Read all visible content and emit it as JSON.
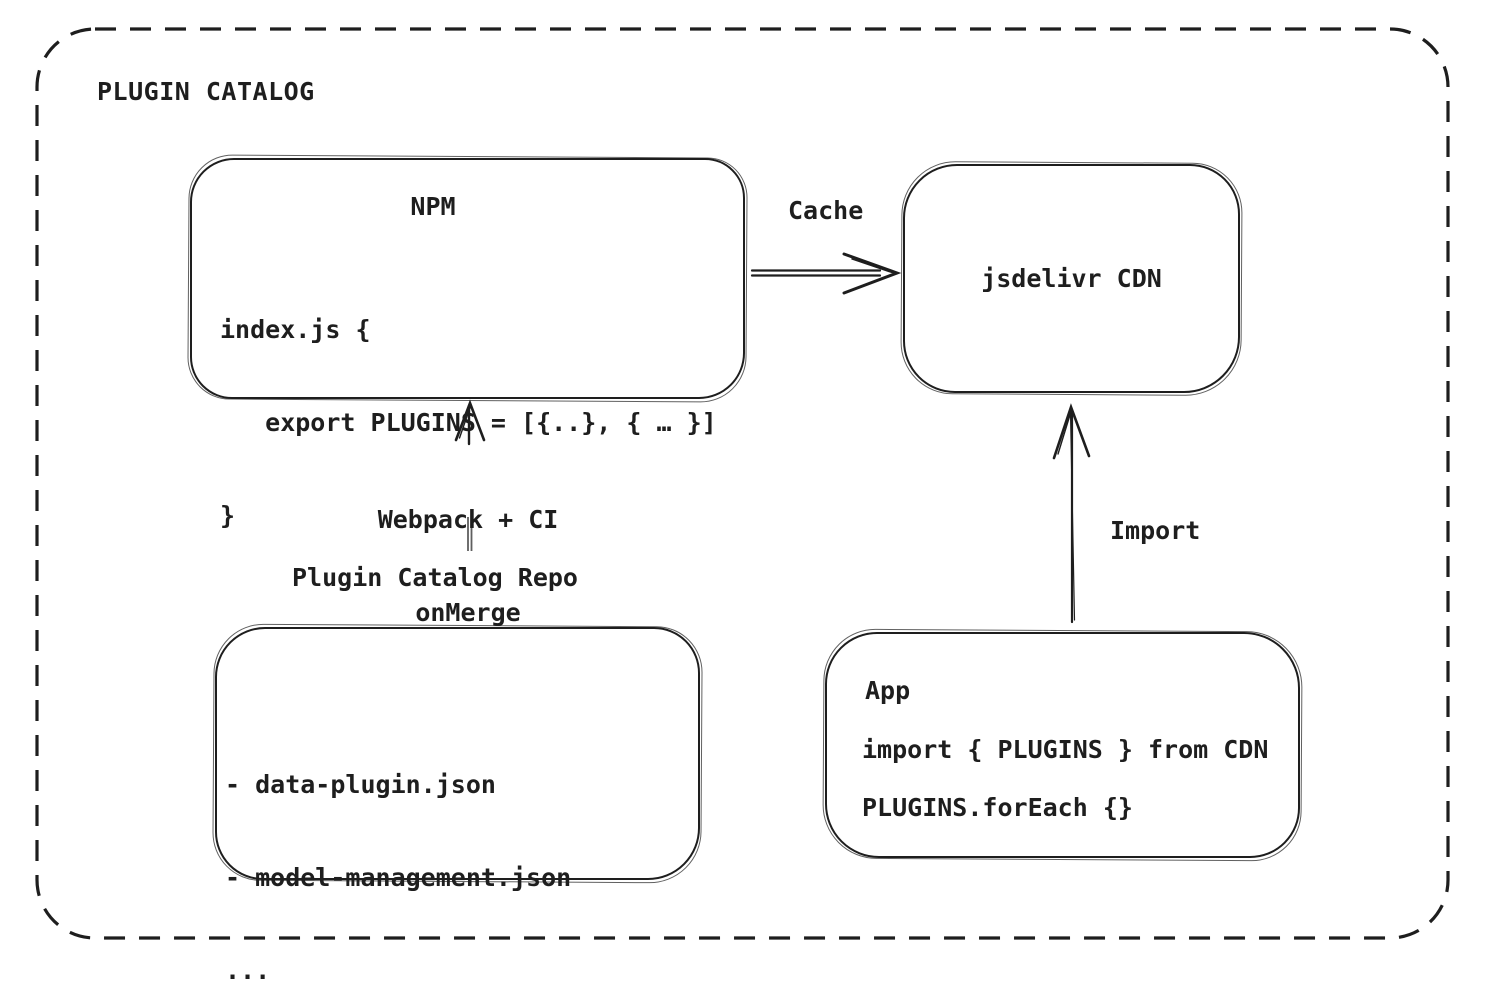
{
  "colors": {
    "stroke": "#1e1e1e",
    "background": "#ffffff",
    "connector": "#5f5f5f"
  },
  "frame": {
    "title": "PLUGIN CATALOG"
  },
  "nodes": {
    "npm": {
      "title": "NPM",
      "code": [
        "index.js {",
        "   export PLUGINS = [{..}, { … }]",
        "}"
      ]
    },
    "cdn": {
      "title": "jsdelivr CDN"
    },
    "repo": {
      "title": "Plugin Catalog Repo",
      "files": [
        "- data-plugin.json",
        "- model-management.json",
        "..."
      ]
    },
    "app": {
      "title": "App",
      "code": [
        "import { PLUGINS } from CDN",
        "PLUGINS.forEach {}"
      ]
    }
  },
  "edges": {
    "cache": {
      "label": "Cache"
    },
    "build": {
      "label_line1": "Webpack + CI",
      "label_line2": "onMerge"
    },
    "import": {
      "label": "Import"
    }
  }
}
